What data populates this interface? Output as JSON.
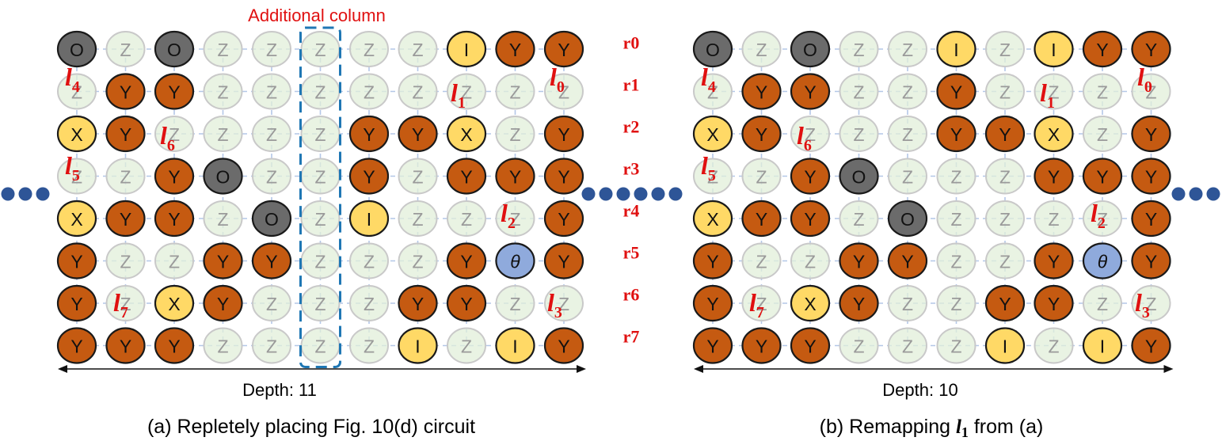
{
  "colors": {
    "O": "#6b6b6b",
    "Y": "#c55a11",
    "I": "#ffd966",
    "X": "#ffd966",
    "T": "#8faadc",
    "Z": "#e2efda",
    "accent": "#e01010",
    "dashed_box": "#1f77b4",
    "grid": "#b4c7e7",
    "dots": "#2e5597"
  },
  "left_grid": {
    "rows": [
      [
        "O",
        "Z",
        "O",
        "Z",
        "Z",
        "Z",
        "Z",
        "Z",
        "I",
        "Y",
        "Y"
      ],
      [
        "Z",
        "Y",
        "Y",
        "Z",
        "Z",
        "Z",
        "Z",
        "Z",
        "Z",
        "Z",
        "Z"
      ],
      [
        "X",
        "Y",
        "Z",
        "Z",
        "Z",
        "Z",
        "Y",
        "Y",
        "X",
        "Z",
        "Y"
      ],
      [
        "Z",
        "Z",
        "Y",
        "O",
        "Z",
        "Z",
        "Y",
        "Z",
        "Y",
        "Y",
        "Y"
      ],
      [
        "X",
        "Y",
        "Y",
        "Z",
        "O",
        "Z",
        "I",
        "Z",
        "Z",
        "Z",
        "Y"
      ],
      [
        "Y",
        "Z",
        "Z",
        "Y",
        "Y",
        "Z",
        "Z",
        "Z",
        "Y",
        "θ",
        "Y"
      ],
      [
        "Y",
        "Z",
        "X",
        "Y",
        "Z",
        "Z",
        "Z",
        "Y",
        "Y",
        "Z",
        "Z"
      ],
      [
        "Y",
        "Y",
        "Y",
        "Z",
        "Z",
        "Z",
        "Z",
        "I",
        "Z",
        "I",
        "Y"
      ]
    ],
    "depth_label": "Depth: 11",
    "caption": "(a) Repletely placing Fig. 10(d) circuit",
    "additional_column_label": "Additional column",
    "qubit_labels": [
      {
        "main": "l",
        "sub": "4"
      },
      {
        "main": "l",
        "sub": "0"
      },
      {
        "main": "l",
        "sub": "1"
      },
      {
        "main": "l",
        "sub": "6"
      },
      {
        "main": "l",
        "sub": "5"
      },
      {
        "main": "l",
        "sub": "2"
      },
      {
        "main": "l",
        "sub": "7"
      },
      {
        "main": "l",
        "sub": "3"
      }
    ]
  },
  "right_grid": {
    "rows": [
      [
        "O",
        "Z",
        "O",
        "Z",
        "Z",
        "I",
        "Z",
        "I",
        "Y",
        "Y"
      ],
      [
        "Z",
        "Y",
        "Y",
        "Z",
        "Z",
        "Y",
        "Z",
        "Z",
        "Z",
        "Z"
      ],
      [
        "X",
        "Y",
        "Z",
        "Z",
        "Z",
        "Y",
        "Y",
        "X",
        "Z",
        "Y"
      ],
      [
        "Z",
        "Z",
        "Y",
        "O",
        "Z",
        "Z",
        "Z",
        "Y",
        "Y",
        "Y"
      ],
      [
        "X",
        "Y",
        "Y",
        "Z",
        "O",
        "Z",
        "Z",
        "Z",
        "Z",
        "Y"
      ],
      [
        "Y",
        "Z",
        "Z",
        "Y",
        "Y",
        "Z",
        "Z",
        "Y",
        "θ",
        "Y"
      ],
      [
        "Y",
        "Z",
        "X",
        "Y",
        "Z",
        "Z",
        "Y",
        "Y",
        "Z",
        "Z"
      ],
      [
        "Y",
        "Y",
        "Y",
        "Z",
        "Z",
        "Z",
        "I",
        "Z",
        "I",
        "Y"
      ]
    ],
    "depth_label": "Depth: 10",
    "caption_prefix": "(b) Remapping ",
    "caption_var": "l",
    "caption_sub": "1",
    "caption_suffix": " from (a)",
    "qubit_labels": [
      {
        "main": "l",
        "sub": "4"
      },
      {
        "main": "l",
        "sub": "0"
      },
      {
        "main": "l",
        "sub": "1"
      },
      {
        "main": "l",
        "sub": "6"
      },
      {
        "main": "l",
        "sub": "5"
      },
      {
        "main": "l",
        "sub": "2"
      },
      {
        "main": "l",
        "sub": "7"
      },
      {
        "main": "l",
        "sub": "3"
      }
    ]
  },
  "row_labels": [
    "r0",
    "r1",
    "r2",
    "r3",
    "r4",
    "r5",
    "r6",
    "r7"
  ]
}
